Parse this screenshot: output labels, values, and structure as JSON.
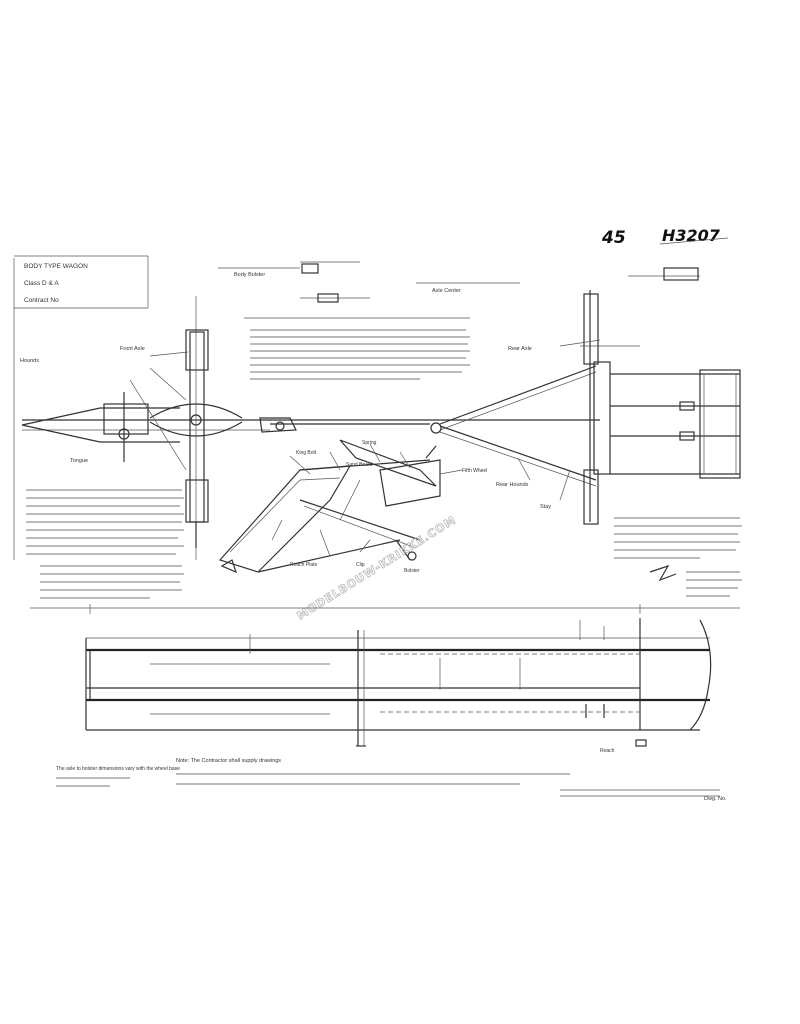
{
  "sheet": {
    "page_number": "45",
    "catalog_number": "H3207"
  },
  "title_block": {
    "line1": "BODY TYPE WAGON",
    "line2": "Class D & A",
    "line3": "Contract No"
  },
  "watermark": "MODELBOUW-KRIKKE.COM",
  "labels": {
    "body_bolster": "Body Bolster",
    "axle_label": "Axle Center",
    "reach": "Reach",
    "hounds": "Hounds",
    "spring": "Spring",
    "king_bolt": "King Bolt",
    "sand_board": "Sand Board",
    "fifth_wheel": "Fifth Wheel",
    "reach_plate": "Reach Plate",
    "stay": "Stay",
    "tongue": "Tongue",
    "clip": "Clip",
    "rear_hounds": "Rear Hounds",
    "front_axle": "Front Axle",
    "rear_axle": "Rear Axle",
    "bolster": "Bolster"
  },
  "notes": {
    "bottom_left": "The axle to bolster dimensions vary with the wheel base",
    "bottom_center": "Note: The Contractor shall supply drawings",
    "footer_ref": "Dwg. No."
  }
}
